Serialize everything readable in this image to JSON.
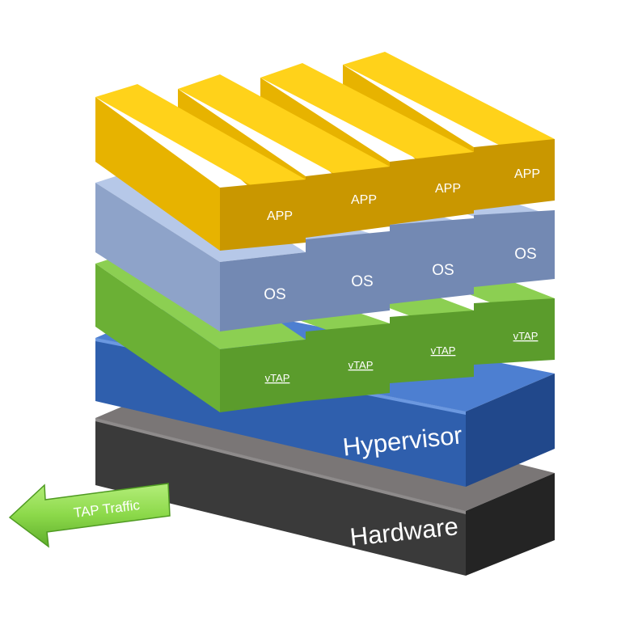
{
  "layers": {
    "hardware": {
      "label": "Hardware"
    },
    "hypervisor": {
      "label": "Hypervisor"
    }
  },
  "columns": [
    {
      "app": "APP",
      "os": "OS",
      "vtap": "vTAP"
    },
    {
      "app": "APP",
      "os": "OS",
      "vtap": "vTAP"
    },
    {
      "app": "APP",
      "os": "OS",
      "vtap": "vTAP"
    },
    {
      "app": "APP",
      "os": "OS",
      "vtap": "vTAP"
    }
  ],
  "tap_arrow": {
    "label": "TAP Traffic"
  },
  "colors": {
    "app": "#ECB400",
    "os": "#7F96BF",
    "vtap": "#6BAF3A",
    "hypervisor": "#2C5BA8",
    "hardware": "#2A2A2A",
    "arrow": "#8CD94A"
  }
}
